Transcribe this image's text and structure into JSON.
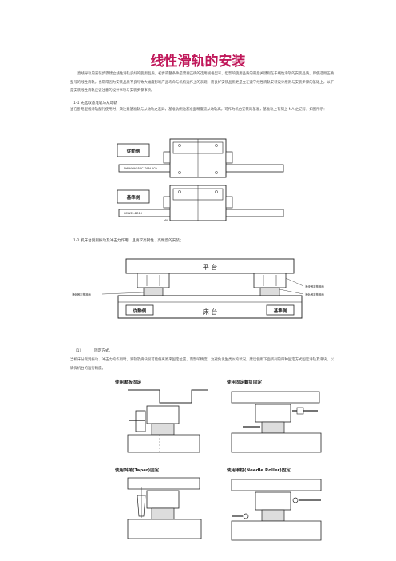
{
  "title": "线性滑轨的安装",
  "intro": "直线导轨的安装步骤建立线性滑轨良好的使用品质，初步或整条件是需要正确的选用规格型号，但影响使用品质的最后关键则在于线性滑轨的安装品质。即使选用正确型号的线性滑轨，也常常因为安装品质不良导致大幅度影响产品寿命与机构运作上的表现，而良好安装品质更是立在遵守线性滑轨安装设计原则与安装步骤的基础上，以下是安装线性滑轨应该注意的设计事项与安装步骤事项。",
  "sec1": {
    "heading": "1-1 先选取基准轨与从动轨",
    "text": "当在卧略型线滑轨配行使用时，须注意基准轨与从动轨之差异，基准轨侧边基准面精度较从动轨高，可作为机台安装的基准，基准轨上有刻上 MA 之记号，如图所示：",
    "label_top": "従動側",
    "label_bottom": "基準側",
    "rail_code_top": "DW HWH25CC  ZA/H 2C0",
    "rail_code_bottom": "HCW35-D01H",
    "mark": "MA"
  },
  "sec2": {
    "heading": "1-2 机床台受到振动及冲击力作用，且要求高钢性、高精度的安装；",
    "label_table": "平  台",
    "label_bed": "床  台",
    "label_driven": "従動側",
    "label_ref": "基準側",
    "callout_1": "滑轨固定基准面",
    "callout_2": "滑轨固定基准面",
    "callout_3": "滑块固定基准面"
  },
  "sec3": {
    "number": "（1）",
    "heading": "固定方式。",
    "text": "当机床分受到振动、冲击力的作用时，滑轨及滑块很可能偏离原来固定位置，而影响精度，为避免发生类似的状况，建议使用下面所列的四种固定方式固定滑轨及滑块，以确保机台的运行精度。",
    "fig_a": "使用壓板固定",
    "fig_b": "使用固定螺钉固定",
    "fig_c": "使用斜銷(Taper)固定",
    "fig_d": "使用滚柱(Needle Roller)固定"
  }
}
